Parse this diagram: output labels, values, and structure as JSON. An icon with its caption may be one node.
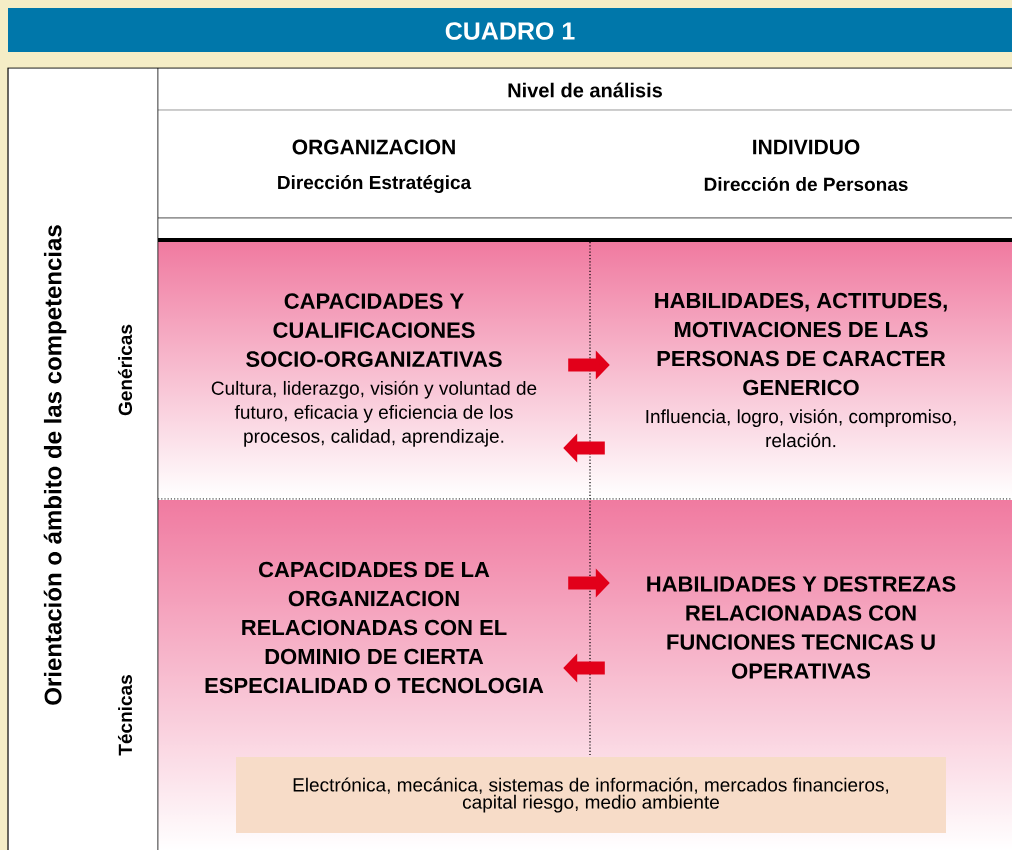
{
  "diagram": {
    "title": "CUADRO 1",
    "nodes": [
      {
        "text": [
          "CAPACIDADES Y CUALIFICACIONES SOCIO-ORGANIZATIVAS",
          "Cultura, liderazgo, visión y voluntad de futuro, eficacia y eficiencia de los procesos, calidad, aprendizaje."
        ]
      },
      {
        "text": [
          "HABILIDADES, ACTITUDES, MOTIVACIONES DE LAS PERSONAS DE CARACTER GENERICO",
          "Influencia, logro, visión, compromiso, relación."
        ]
      },
      {
        "text": [
          "CAPACIDADES DE LA ORGANIZACION RELACIONADAS CON EL DOMINIO DE CIERTA ESPECIALIDAD O TECNOLOGIA"
        ]
      },
      {
        "text": [
          "HABILIDADES Y DESTREZAS RELACIONADAS CON FUNCIONES TECNICAS U OPERATIVAS"
        ]
      },
      {
        "text": [
          "Electrónica, mecánica, sistemas de información, mercados financieros, capital riesgo, medio ambiente"
        ]
      }
    ],
    "edges": [
      {
        "from": 0,
        "to": 1,
        "arrow": "to"
      },
      {
        "from": 1,
        "to": 0,
        "arrow": "to"
      },
      {
        "from": 2,
        "to": 3,
        "arrow": "to"
      },
      {
        "from": 3,
        "to": 2,
        "arrow": "to"
      }
    ],
    "labels": [
      "Nivel de análisis",
      "ORGANIZACION",
      "Dirección Estratégica",
      "INDIVIDUO",
      "Dirección de Personas",
      "Orientación o ámbito de las competencias",
      "Genéricas",
      "Técnicas"
    ]
  }
}
